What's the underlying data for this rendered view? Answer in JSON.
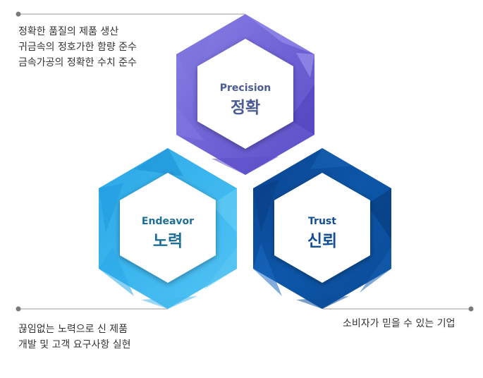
{
  "colors": {
    "precision": "#6f63d6",
    "precision_light": "#8f86e8",
    "precision_dark": "#5a4cc6",
    "endeavor": "#32aeea",
    "endeavor_light": "#5cc7f4",
    "endeavor_dark": "#1f93d9",
    "trust": "#0b4f9f",
    "trust_light": "#1d6cc0",
    "trust_dark": "#073c7c",
    "precision_text": "#4a5b96",
    "endeavor_text": "#1e6f96",
    "trust_text": "#124f92",
    "line": "#888888"
  },
  "hexagons": [
    {
      "id": "precision",
      "en": "Precision",
      "ko": "정확"
    },
    {
      "id": "endeavor",
      "en": "Endeavor",
      "ko": "노력"
    },
    {
      "id": "trust",
      "en": "Trust",
      "ko": "신뢰"
    }
  ],
  "notes": {
    "precision": [
      "정확한 품질의 제품 생산",
      "귀금속의 정호가한 함량 준수",
      "금속가공의 정확한 수치 준수"
    ],
    "endeavor": [
      "끊임없는 노력으로 신 제품",
      "개발 및 고객 요구사항 실현"
    ],
    "trust": [
      "소비자가 믿을 수 있는 기업"
    ]
  }
}
